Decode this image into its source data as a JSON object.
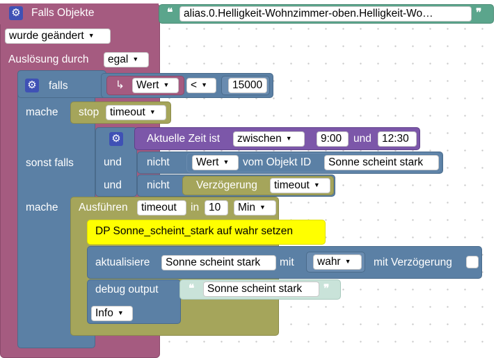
{
  "falls_objekte": {
    "title": "Falls Objekte",
    "object_id": "alias.0.Helligkeit-Wohnzimmer-oben.Helligkeit-Wo…",
    "quote_open": "❝",
    "quote_close": "❞",
    "trigger": "wurde geändert",
    "ausloesung_label": "Auslösung durch",
    "ausloesung_value": "egal"
  },
  "if_block": {
    "falls_label": "falls",
    "wert_label": "Wert",
    "operator": "<",
    "value": "15000",
    "mache_label": "mache",
    "stop_label": "stop",
    "stop_value": "timeout",
    "sonst_falls_label": "sonst falls",
    "und_label": "und",
    "zeit_label": "Aktuelle Zeit ist",
    "zeit_op": "zwischen",
    "zeit_from": "9:00",
    "zeit_und": "und",
    "zeit_to": "12:30",
    "nicht_label": "nicht",
    "wert_dd": "Wert",
    "vom_objekt_label": "vom Objekt ID",
    "objekt_id": "Sonne scheint stark",
    "verzoegerung_label": "Verzögerung",
    "verzoegerung_value": "timeout"
  },
  "timeout_block": {
    "ausfuehren_label": "Ausführen",
    "timeout_name": "timeout",
    "in_label": "in",
    "value": "10",
    "unit": "Min",
    "comment": "DP Sonne_scheint_stark auf wahr setzen",
    "aktualisiere_label": "aktualisiere",
    "aktualisiere_target": "Sonne scheint stark",
    "mit_label": "mit",
    "mit_value": "wahr",
    "mit_verzoegerung_label": "mit Verzögerung",
    "debug_label": "debug output",
    "debug_text": "Sonne scheint stark",
    "debug_level": "Info"
  },
  "icons": {
    "gear": "gear-icon",
    "dropdown": "chevron-down-icon",
    "return_arrow": "return-arrow-icon"
  },
  "colors": {
    "event_block": "#a55b80",
    "logic_block": "#5b80a5",
    "timeout_block": "#a5a55b",
    "time_block": "#7c57a9",
    "string_block": "#5ba58c",
    "comment_block": "#ffff00"
  }
}
